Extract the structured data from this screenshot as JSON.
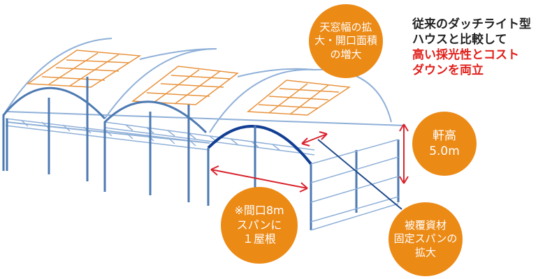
{
  "colors": {
    "frame": "#4d7ab2",
    "frame_light": "#8fb0d8",
    "vent": "#e8923c",
    "bubble": "#ec8a16",
    "arrow": "#d9232d",
    "highlight_arch": "#123f93",
    "leader": "#1f4a8c",
    "headline_dark": "#222222",
    "headline_red": "#e0201b"
  },
  "headline": {
    "line1": "従来のダッチライト型",
    "line2": "ハウスと比較して",
    "line3": "高い採光性とコスト",
    "line4": "ダウンを両立"
  },
  "bubbles": {
    "vent": {
      "line1": "天窓幅の拡",
      "line2": "大・開口面積",
      "line3": "の増大"
    },
    "eave": {
      "line1": "軒高",
      "line2": "5.0m"
    },
    "span": {
      "line1": "※間口8m",
      "line2": "スパンに",
      "line3": "１屋根"
    },
    "cover": {
      "line1": "被覆資材",
      "line2": "固定スパンの",
      "line3": "拡大"
    }
  }
}
